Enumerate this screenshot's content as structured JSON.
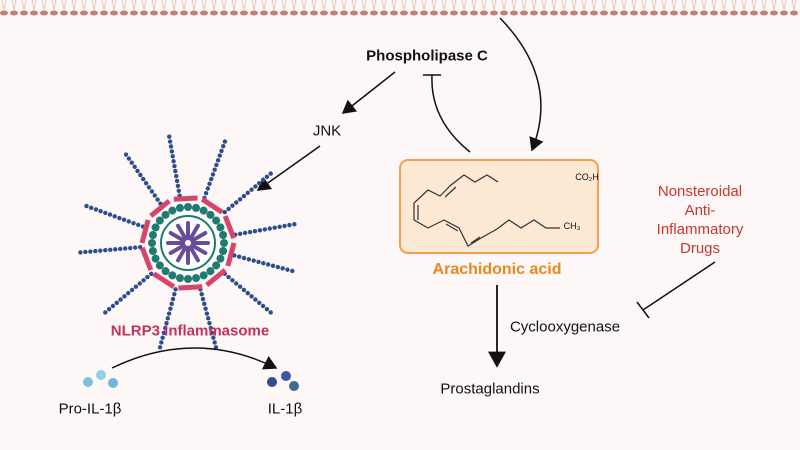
{
  "labels": {
    "phospholipase": "Phospholipase C",
    "jnk": "JNK",
    "arachidonic": "Arachidonic acid",
    "co2h": "CO₂H",
    "ch3": "CH₃",
    "nsaid": [
      "Nonsteroidal",
      "Anti-",
      "Inflammatory",
      "Drugs"
    ],
    "cox": "Cyclooxygenase",
    "prostaglandins": "Prostaglandins",
    "nlrp3": "NLRP3 Inflammasome",
    "pro_il": "Pro-IL-1β",
    "il": "IL-1β"
  },
  "colors": {
    "arachidonic": "#e8891e",
    "box_fill": "#fde8d4",
    "nsaid": "#c8372d",
    "nlrp3": "#c2315c",
    "spokes": "#2e4d8c",
    "ring": "#1f7a70",
    "pink": "#d9456a",
    "core": "#6a4c9c"
  }
}
